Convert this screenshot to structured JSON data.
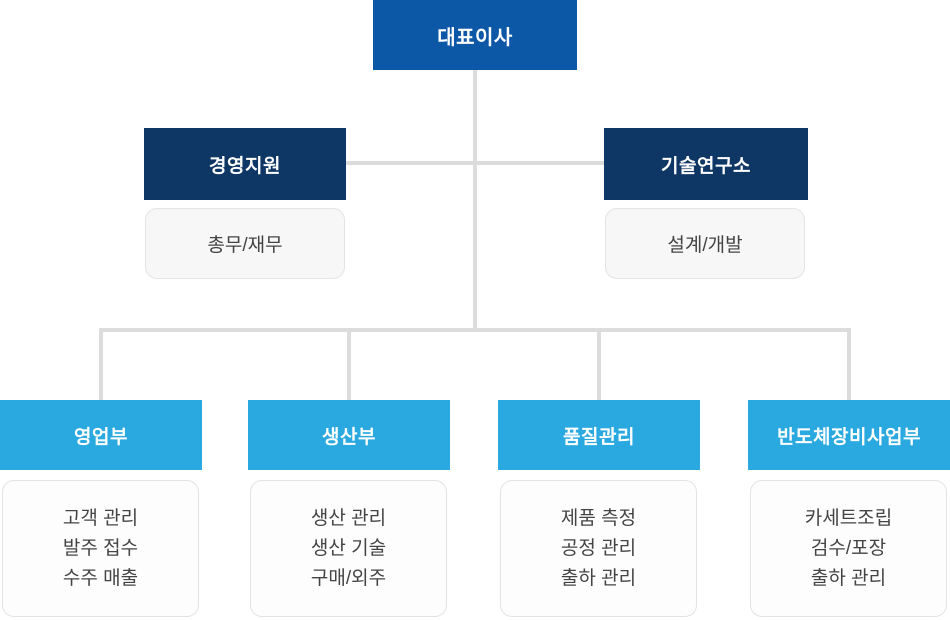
{
  "palette": {
    "ceo_bg": "#0d57a7",
    "level2_bg": "#0e3765",
    "level3_bg": "#29a9e0",
    "connector_line": "#dcdcdc",
    "subbox_bg": "#f7f7f7",
    "subbox_border": "#e4e4e4",
    "listbox_bg": "#fdfdfd",
    "listbox_border": "#e3e3e3",
    "header_text": "#ffffff",
    "body_text": "#444444"
  },
  "org": {
    "root": {
      "label": "대표이사"
    },
    "level2": [
      {
        "label": "경영지원",
        "sub": "총무/재무"
      },
      {
        "label": "기술연구소",
        "sub": "설계/개발"
      }
    ],
    "level3": [
      {
        "label": "영업부",
        "items": [
          "고객 관리",
          "발주 접수",
          "수주 매출"
        ]
      },
      {
        "label": "생산부",
        "items": [
          "생산 관리",
          "생산 기술",
          "구매/외주"
        ]
      },
      {
        "label": "품질관리",
        "items": [
          "제품 측정",
          "공정 관리",
          "출하 관리"
        ]
      },
      {
        "label": "반도체장비사업부",
        "items": [
          "카세트조립",
          "검수/포장",
          "출하 관리"
        ]
      }
    ]
  }
}
